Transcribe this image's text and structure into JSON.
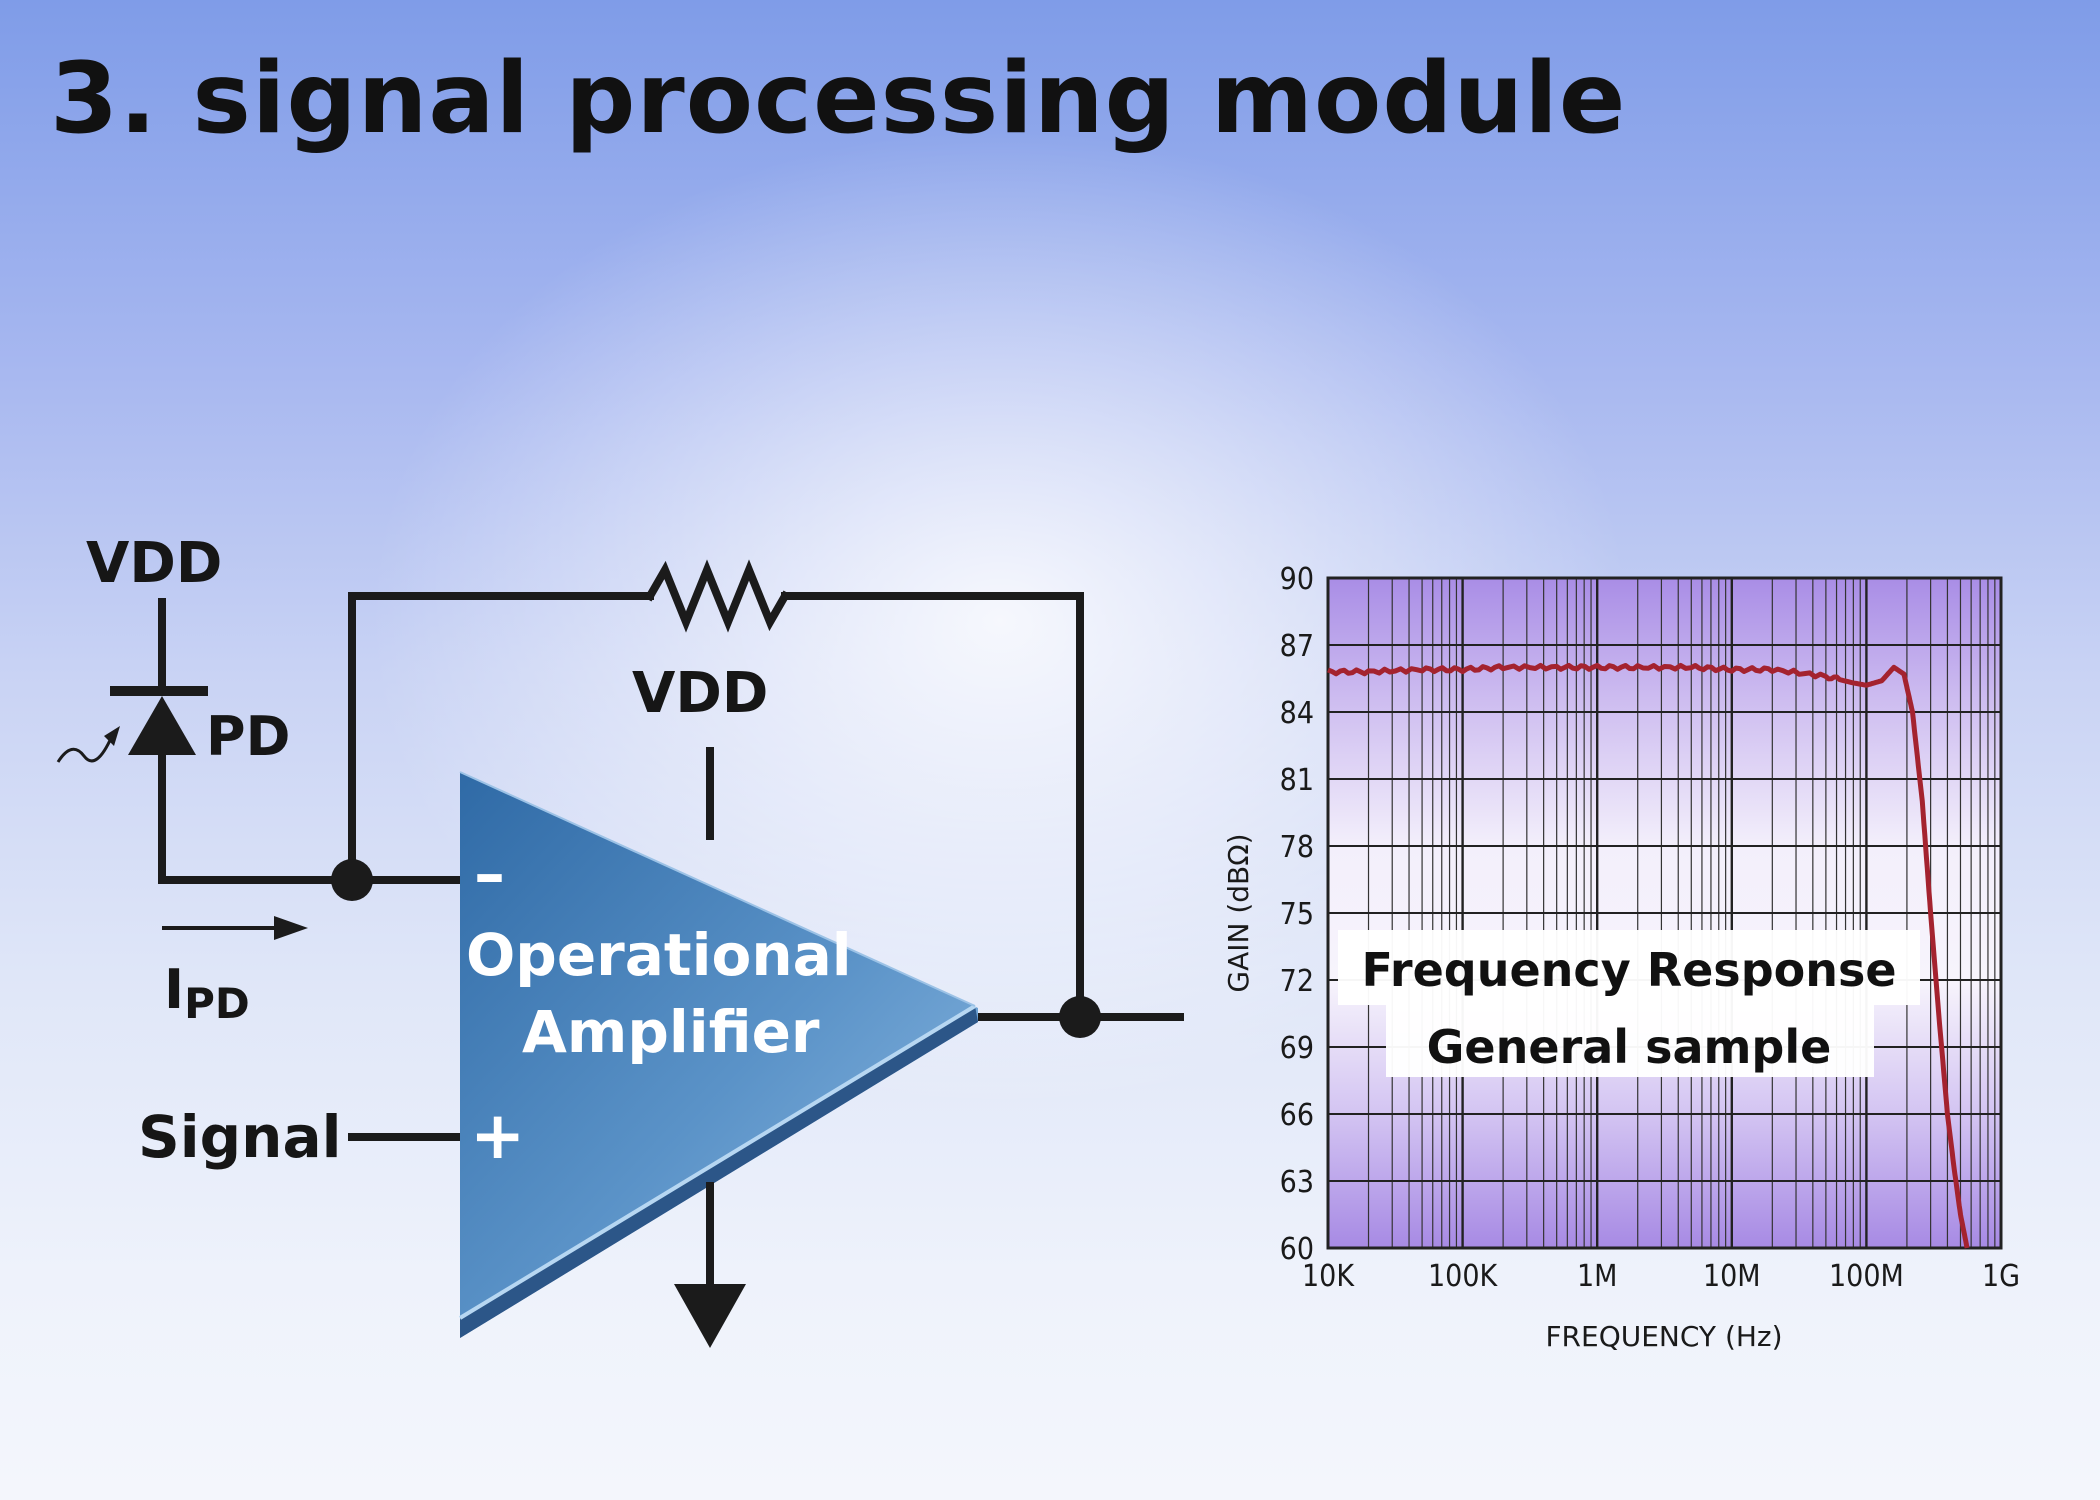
{
  "title": "3. signal processing module",
  "circuit": {
    "vdd_top": "VDD",
    "pd_label": "PD",
    "ipd_main": "I",
    "ipd_sub": "PD",
    "vdd_amp": "VDD",
    "minus_sign": "–",
    "plus_sign": "+",
    "amp_line1": "Operational",
    "amp_line2": "Amplifier",
    "signal_label": "Signal",
    "colors": {
      "wire": "#1b1b1b",
      "amp_body": "#4f86bd",
      "amp_edge": "#a9cdee"
    },
    "icons": [
      "photodiode-icon",
      "light-arrow-icon",
      "resistor-icon",
      "ground-arrow-icon",
      "current-arrow-icon"
    ]
  },
  "chart_data": {
    "type": "line",
    "xlabel": "FREQUENCY (Hz)",
    "ylabel": "GAIN (dBΩ)",
    "x_scale": "log",
    "xlim": [
      10000,
      1000000000
    ],
    "ylim": [
      60,
      90
    ],
    "x_ticks": [
      "10K",
      "100K",
      "1M",
      "10M",
      "100M",
      "1G"
    ],
    "y_ticks": [
      "90",
      "87",
      "84",
      "81",
      "78",
      "75",
      "72",
      "69",
      "66",
      "63",
      "60"
    ],
    "grid": true,
    "line_color": "#a4232f",
    "series": [
      {
        "x": [
          10000,
          20000,
          50000,
          100000,
          200000,
          500000,
          1000000,
          2000000,
          5000000,
          10000000,
          20000000,
          50000000,
          80000000,
          100000000,
          130000000,
          160000000,
          190000000,
          220000000,
          260000000,
          300000000,
          350000000,
          400000000,
          450000000,
          500000000,
          560000000
        ],
        "y": [
          85.8,
          85.8,
          85.9,
          85.9,
          86.0,
          86.0,
          86.0,
          86.0,
          86.0,
          85.9,
          85.9,
          85.6,
          85.3,
          85.2,
          85.4,
          86.0,
          85.7,
          84.0,
          80.0,
          75.0,
          70.0,
          66.0,
          63.5,
          61.5,
          60.0
        ]
      }
    ],
    "annotation": {
      "line1": "Frequency Response",
      "line2": "General sample"
    }
  }
}
